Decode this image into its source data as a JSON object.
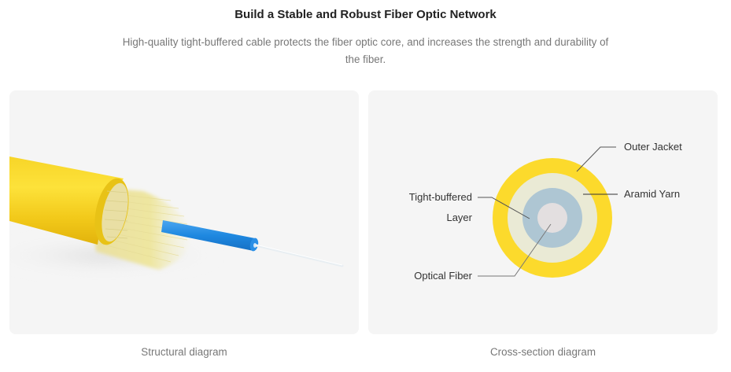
{
  "header": {
    "title": "Build a Stable and Robust Fiber Optic Network",
    "subtitle": "High-quality tight-buffered cable protects the fiber optic core, and increases the strength and durability of the fiber."
  },
  "cards": [
    {
      "caption": "Structural diagram",
      "image": "cable-structure-illustration"
    },
    {
      "caption": "Cross-section diagram",
      "image": "cable-cross-section",
      "labels": {
        "outer_jacket": "Outer Jacket",
        "aramid_yarn": "Aramid Yarn",
        "tight_buffered_line1": "Tight-buffered",
        "tight_buffered_line2": "Layer",
        "optical_fiber": "Optical Fiber"
      }
    }
  ],
  "colors": {
    "card_bg": "#f5f5f5",
    "outer_jacket": "#fcda2c",
    "aramid_yarn": "#eaead5",
    "tight_buffer": "#aec6d3",
    "optical_fiber": "#e3dfe0",
    "buffer_tube_blue": "#1e88e0",
    "leader_line": "#555555"
  }
}
